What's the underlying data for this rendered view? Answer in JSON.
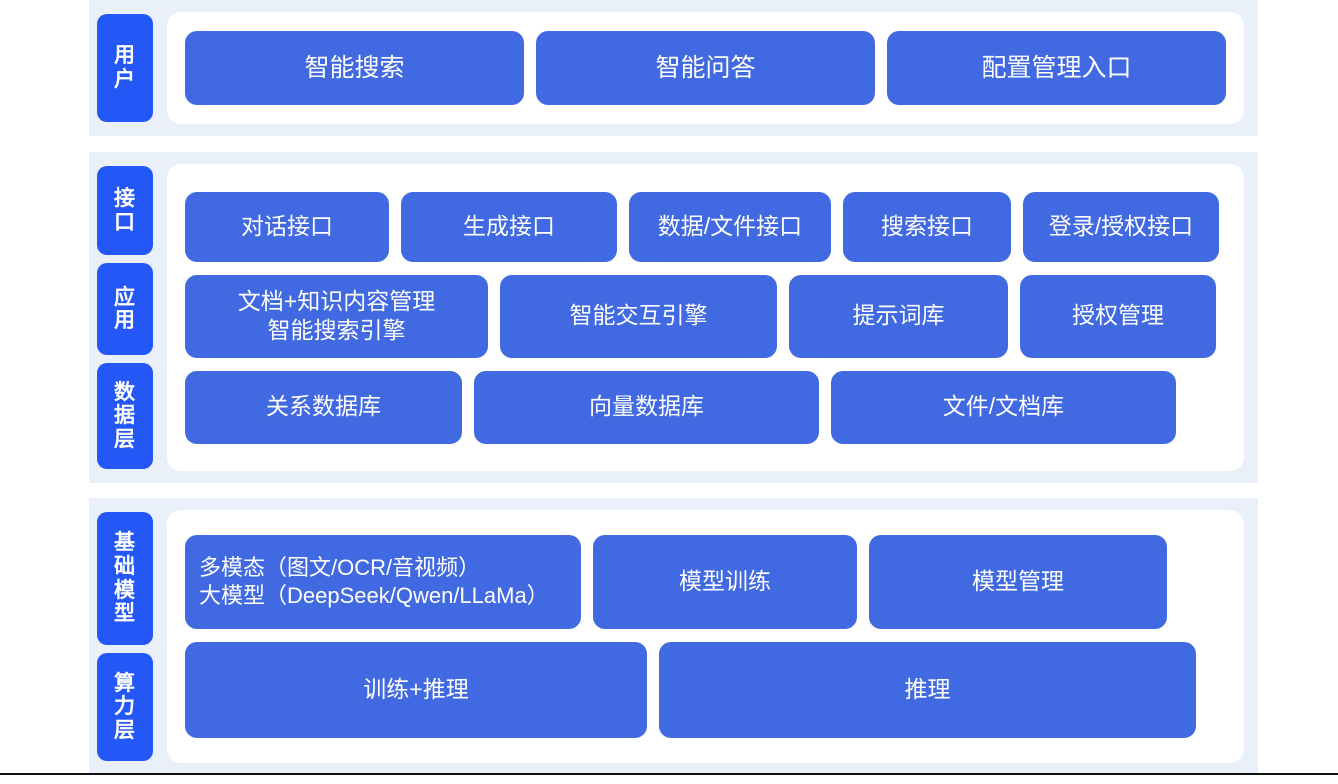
{
  "colors": {
    "tag_blue": "#2458f6",
    "box_blue": "#4169e1",
    "band_bg": "#eaf0fa",
    "panel_bg": "#ffffff",
    "text_white": "#ffffff"
  },
  "sections": [
    {
      "id": "users",
      "tags": [
        {
          "id": "tag-user",
          "text": "用户",
          "chars": [
            "用",
            "户"
          ]
        }
      ],
      "rows": [
        {
          "id": "row-users",
          "boxes": [
            {
              "id": "box-smart-search",
              "label": "智能搜索"
            },
            {
              "id": "box-smart-qa",
              "label": "智能问答"
            },
            {
              "id": "box-config-entry",
              "label": "配置管理入口"
            }
          ]
        }
      ]
    },
    {
      "id": "middle",
      "tags": [
        {
          "id": "tag-interface",
          "text": "接口",
          "chars": [
            "接",
            "口"
          ]
        },
        {
          "id": "tag-application",
          "text": "应用",
          "chars": [
            "应",
            "用"
          ]
        },
        {
          "id": "tag-data-layer",
          "text": "数据层",
          "chars": [
            "数",
            "据",
            "层"
          ]
        }
      ],
      "rows": [
        {
          "id": "row-interface",
          "boxes": [
            {
              "id": "box-dialog-api",
              "label": "对话接口"
            },
            {
              "id": "box-generate-api",
              "label": "生成接口"
            },
            {
              "id": "box-data-file-api",
              "label": "数据/文件接口"
            },
            {
              "id": "box-search-api",
              "label": "搜索接口"
            },
            {
              "id": "box-login-auth-api",
              "label": "登录/授权接口"
            }
          ]
        },
        {
          "id": "row-application",
          "boxes": [
            {
              "id": "box-doc-knowledge-mgmt",
              "label": "文档+知识内容管理\n智能搜索引擎"
            },
            {
              "id": "box-interaction-engine",
              "label": "智能交互引擎"
            },
            {
              "id": "box-prompt-library",
              "label": "提示词库"
            },
            {
              "id": "box-auth-mgmt",
              "label": "授权管理"
            }
          ]
        },
        {
          "id": "row-data",
          "boxes": [
            {
              "id": "box-relational-db",
              "label": "关系数据库"
            },
            {
              "id": "box-vector-db",
              "label": "向量数据库"
            },
            {
              "id": "box-file-doc-store",
              "label": "文件/文档库"
            }
          ]
        }
      ]
    },
    {
      "id": "infrastructure",
      "tags": [
        {
          "id": "tag-base-model",
          "text": "基础模型",
          "chars": [
            "基",
            "础",
            "模",
            "型"
          ]
        },
        {
          "id": "tag-compute-layer",
          "text": "算力层",
          "chars": [
            "算",
            "力",
            "层"
          ]
        }
      ],
      "rows": [
        {
          "id": "row-model",
          "boxes": [
            {
              "id": "box-multimodal",
              "label": "多模态（图文/OCR/音视频）\n大模型（DeepSeek/Qwen/LLaMa）"
            },
            {
              "id": "box-model-training",
              "label": "模型训练"
            },
            {
              "id": "box-model-mgmt",
              "label": "模型管理"
            }
          ]
        },
        {
          "id": "row-compute",
          "boxes": [
            {
              "id": "box-train-infer",
              "label": "训练+推理"
            },
            {
              "id": "box-infer",
              "label": "推理"
            }
          ]
        }
      ]
    }
  ]
}
